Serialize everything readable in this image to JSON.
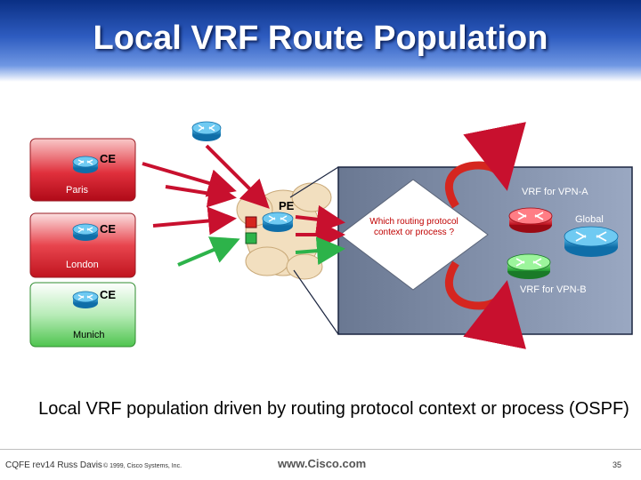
{
  "title": "Local VRF Route Population",
  "sites": [
    {
      "name": "Paris",
      "ce_label": "CE"
    },
    {
      "name": "London",
      "ce_label": "CE"
    },
    {
      "name": "Munich",
      "ce_label": "CE"
    }
  ],
  "pe_label": "PE",
  "vrf_a_label": "VRF for VPN-A",
  "global_label": "Global",
  "vrf_b_label": "VRF for VPN-B",
  "question": "Which routing protocol context or process ?",
  "caption": "Local VRF population driven by routing protocol context or process (OSPF)",
  "footer": {
    "course": "CQFE rev14 Russ Davis",
    "copyright": "© 1999, Cisco Systems, Inc.",
    "url": "www.Cisco.com",
    "page": "35"
  },
  "colors": {
    "red_arrow": "#c8102e",
    "green_arrow": "#2db34a",
    "paris_box": "#e02c38",
    "munich_box": "#5ccc5c",
    "router_blue": "#1e8fc8",
    "vrf_panel": "#7d8ca8"
  }
}
